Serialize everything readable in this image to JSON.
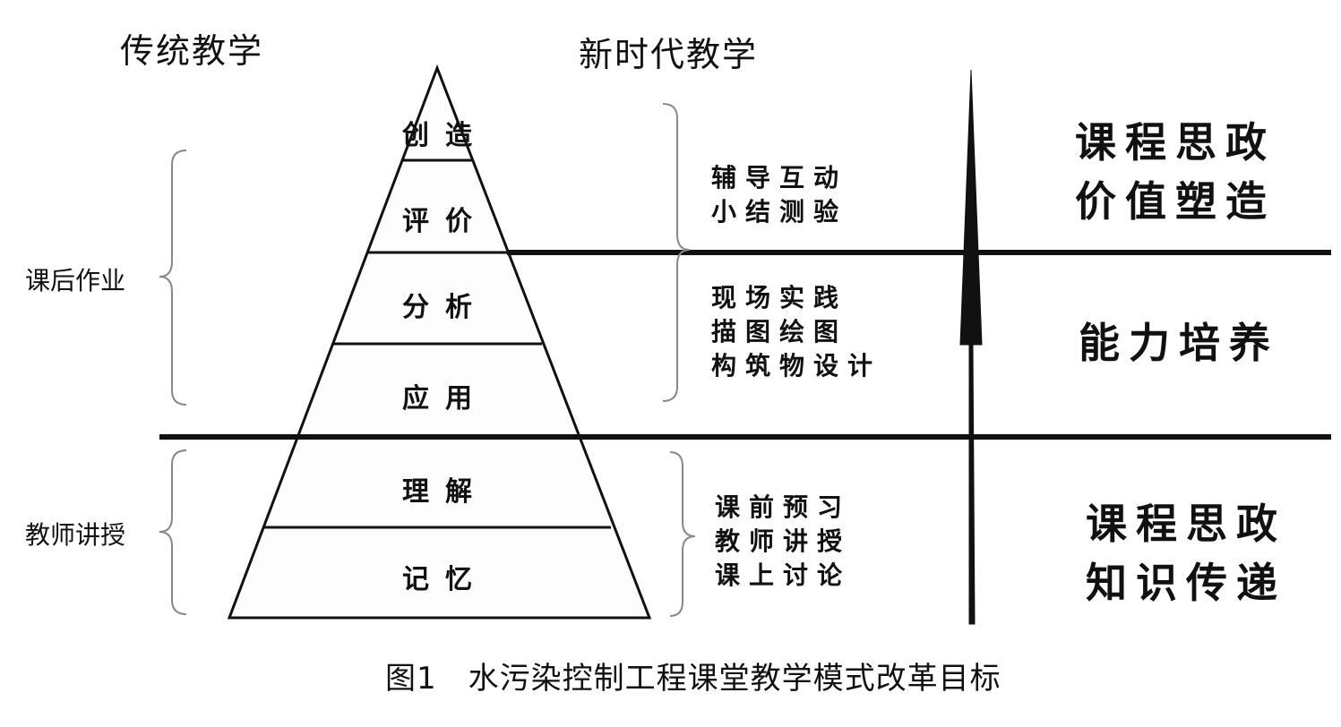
{
  "headings": {
    "traditional": "传统教学",
    "new_era": "新时代教学"
  },
  "side_labels": {
    "homework": "课后作业",
    "lecture": "教师讲授"
  },
  "pyramid_levels": [
    {
      "label": "创造"
    },
    {
      "label": "评价"
    },
    {
      "label": "分析"
    },
    {
      "label": "应用"
    },
    {
      "label": "理解"
    },
    {
      "label": "记忆"
    }
  ],
  "activities": {
    "top": [
      "辅导互动",
      "小结测验"
    ],
    "middle": [
      "现场实践",
      "描图绘图",
      "构筑物设计"
    ],
    "bottom": [
      "课前预习",
      "教师讲授",
      "课上讨论"
    ]
  },
  "goals": {
    "top": [
      "课程思政",
      "价值塑造"
    ],
    "middle": [
      "能力培养"
    ],
    "bottom": [
      "课程思政",
      "知识传递"
    ]
  },
  "caption": "图1　水污染控制工程课堂教学模式改革目标"
}
